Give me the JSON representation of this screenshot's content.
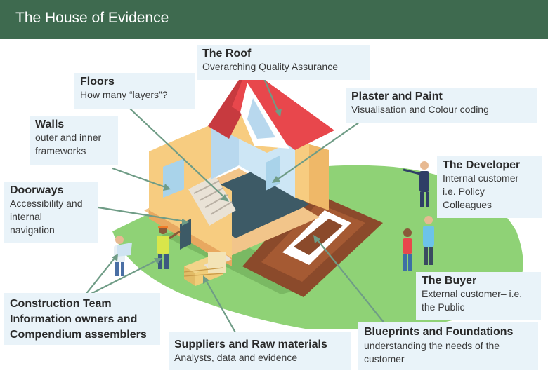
{
  "title": "The House of Evidence",
  "labels": {
    "roof": {
      "heading": "The Roof",
      "desc": "Overarching Quality Assurance"
    },
    "floors": {
      "heading": "Floors",
      "desc": "How many “layers”?"
    },
    "plaster": {
      "heading": "Plaster and Paint",
      "desc": "Visualisation and Colour coding"
    },
    "walls": {
      "heading": "Walls",
      "desc": "outer and inner\nframeworks"
    },
    "developer": {
      "heading": "The Developer",
      "desc": "Internal customer\ni.e. Policy\nColleagues"
    },
    "doorways": {
      "heading": "Doorways",
      "desc": "Accessibility and\ninternal\nnavigation"
    },
    "buyer": {
      "heading": "The Buyer",
      "desc": "External customer– i.e.\nthe Public"
    },
    "construction": {
      "heading": "Construction Team\nInformation owners and\nCompendium assemblers"
    },
    "suppliers": {
      "heading": "Suppliers and Raw materials",
      "desc": "Analysts, data and evidence"
    },
    "blueprints": {
      "heading": "Blueprints and Foundations",
      "desc": "understanding the needs of the\ncustomer"
    }
  },
  "colors": {
    "header_bg": "#3e6a4f",
    "label_bg": "#e9f3f9",
    "roof": "#e8474c",
    "wall": "#f7cc80",
    "ground": "#8fd276",
    "foundation": "#8b4a2b",
    "arrow": "#6f9c86"
  }
}
